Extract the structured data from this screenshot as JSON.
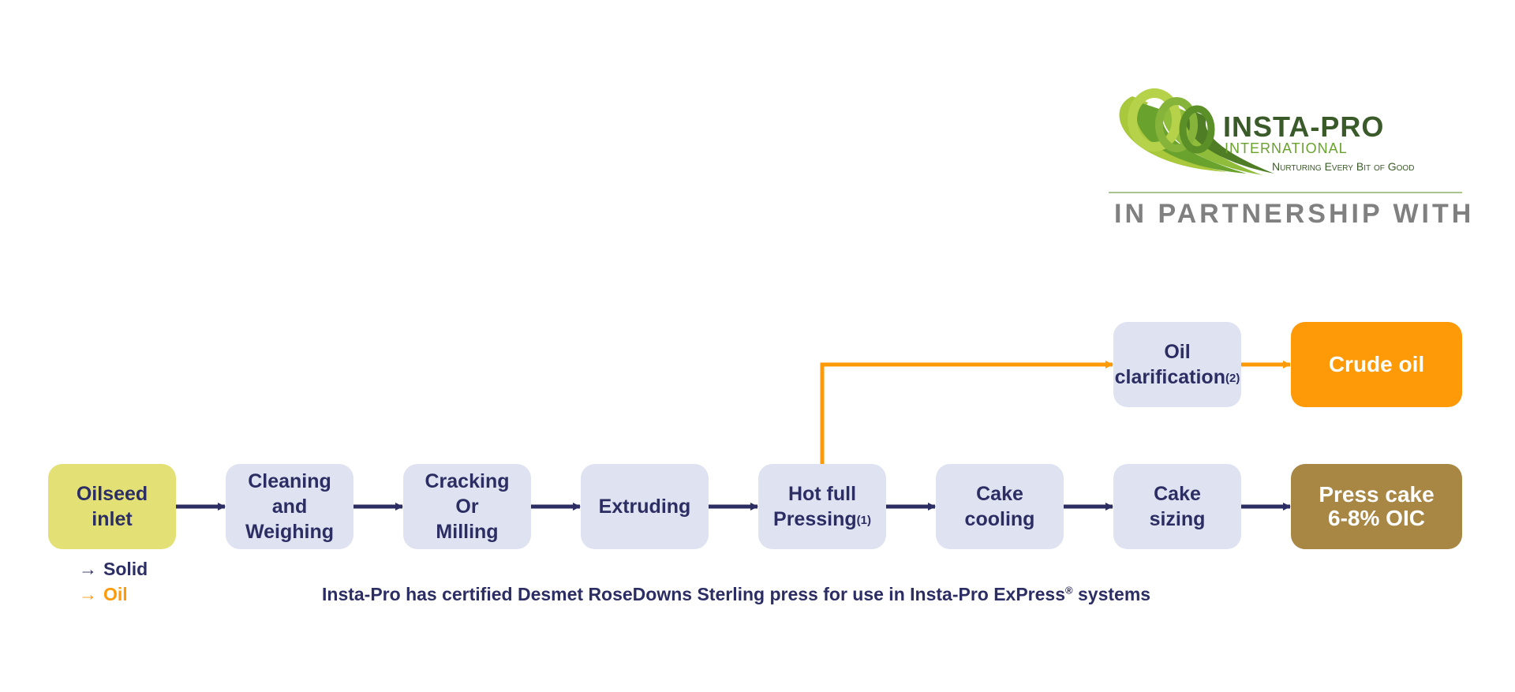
{
  "logo": {
    "brand": "INSTA-PRO",
    "sub": "INTERNATIONAL",
    "tagline": "Nurturing Every Bit of Good",
    "partnership": "IN PARTNERSHIP WITH"
  },
  "nodes": {
    "inlet": [
      "Oilseed",
      "inlet"
    ],
    "cleaning": [
      "Cleaning",
      "and",
      "Weighing"
    ],
    "cracking": [
      "Cracking",
      "Or",
      "Milling"
    ],
    "extruding": [
      "Extruding"
    ],
    "pressing": {
      "line1": "Hot full",
      "line2": "Pressing",
      "sup": "(1)"
    },
    "cooling": [
      "Cake",
      "cooling"
    ],
    "sizing": [
      "Cake",
      "sizing"
    ],
    "press_cake": [
      "Press cake",
      "6-8% OIC"
    ],
    "clarification": {
      "line1": "Oil",
      "line2": "clarification",
      "sup": "(2)"
    },
    "crude": "Crude oil"
  },
  "legend": {
    "arrow_glyph": "→",
    "solid": "Solid",
    "oil": "Oil"
  },
  "footnote": {
    "before": "Insta-Pro has certified Desmet RoseDowns Sterling press for use in Insta-Pro ExPress",
    "reg": "®",
    "after": " systems"
  },
  "colors": {
    "solid_arrow": "#2c2e63",
    "oil_arrow": "#fe9a07",
    "step": "#dfe2f1",
    "inlet": "#e3e176",
    "crude": "#fe9a07",
    "cake": "#a88744"
  }
}
